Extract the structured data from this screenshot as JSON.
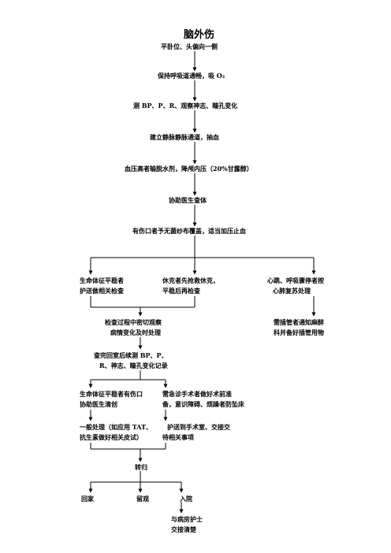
{
  "title": "脑外伤",
  "steps": {
    "s1": "平卧位、头偏向一侧",
    "s2": "保持呼吸道通畅，吸 O₂",
    "s3": "测 BP、P、R、观察神志、瞳孔变化",
    "s4": "建立静脉静脉通道，抽血",
    "s5": "血压高者输脱水剂，降颅内压（20%甘露醇）",
    "s6": "协助医生查体",
    "s7": "有伤口者予无菌纱布覆盖，适当加压止血"
  },
  "branches": {
    "left": [
      "生命体征平稳者",
      "护送做相关检查"
    ],
    "middle": [
      "休克者先抢救休克，",
      "平稳后再检查"
    ],
    "right": [
      "心跳、呼吸骤停者按",
      "心肺复苏处理"
    ]
  },
  "observe": [
    "检查过程中密切观察",
    "病情变化及时处理"
  ],
  "intubate": [
    "需插管者通知麻醉",
    "科并备好插管用物"
  ],
  "return_measure": [
    "查完回室后续测 BP、P、",
    "R、神志、瞳孔变化记录"
  ],
  "stable_left": [
    "生命体征平稳者有伤口",
    "协助医生清创"
  ],
  "surgery_prep": [
    "需急诊手术者做好术前准",
    "备，意识障碍、烦躁者防坠床"
  ],
  "general_care": [
    "一般处理（如应用 TAT、",
    "抗生素做好相关皮试）"
  ],
  "escort": [
    "护送到手术室、交接交",
    "待相关事项"
  ],
  "outcome_label": "转归",
  "outcomes": [
    "回家",
    "留观",
    "入院"
  ],
  "handover": [
    "与病房护士",
    "交接清楚"
  ]
}
